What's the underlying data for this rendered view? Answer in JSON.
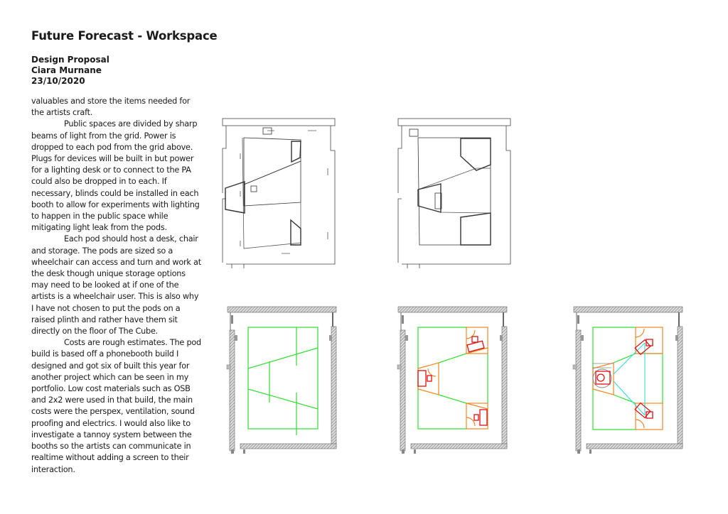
{
  "header": {
    "title": "Future Forecast - Workspace",
    "subtitle": "Design Proposal",
    "author": "Ciara Murnane",
    "date": "23/10/2020"
  },
  "body": {
    "paragraphs": [
      "valuables and store the items needed for the artists craft.",
      "Public spaces are divided by sharp beams of light from the grid. Power is dropped to each pod from the grid above. Plugs for devices will be built in but power for a lighting desk or to connect to the PA could also be dropped in to each. If necessary, blinds could be installed in each booth to allow for experiments with lighting to happen in the public space while mitigating light leak from the pods.",
      "Each pod should host a desk, chair and storage. The pods are sized so a wheelchair can access and turn and work at the desk though unique storage options may need to be looked at if one of the artists is a wheelchair user. This is also why I have not chosen to put the pods on a raised plinth and rather have them sit directly on the floor of The Cube.",
      "Costs are rough estimates. The pod build is based off a phonebooth build I designed and got six of built this year for another project which can be seen in my portfolio. Low cost materials such as OSB and 2x2 were used in that build, the main costs were the perspex, ventilation, sound proofing and electrics.   I would also like to investigate a tannoy system between the booths so the artists can communicate in realtime without adding a screen to their interaction."
    ]
  },
  "colors": {
    "green": "#33dd33",
    "orange": "#ee8822",
    "red": "#dd1111",
    "cyan": "#33dddd",
    "wall": "#999999"
  }
}
